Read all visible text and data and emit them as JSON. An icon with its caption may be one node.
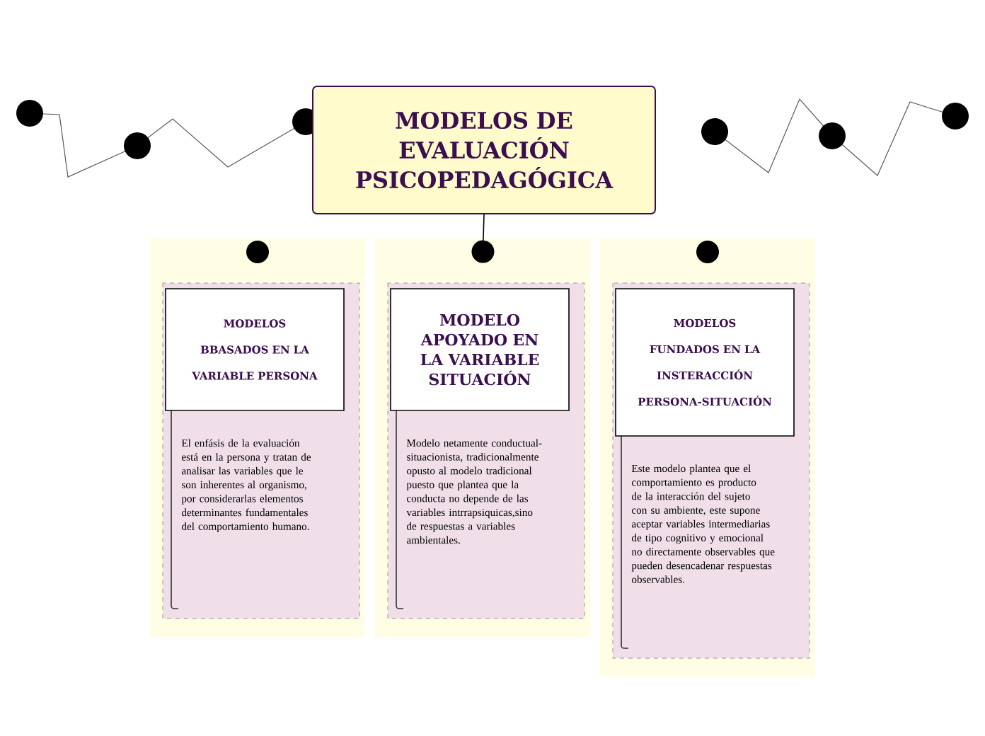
{
  "diagram": {
    "title": "MODELOS DE EVALUACIÓN PSICOPEDAGÓGICA",
    "nodes": [
      {
        "text": [
          "El enfásis de la evaluación está en la persona y tratan de analisar las variables que le son inherentes al organismo, por considerarlas elementos determinantes fundamentales del comportamiento humano."
        ]
      },
      {
        "text": [
          "MODELOS BBASADOS EN LA VARIABLE PERSONA"
        ],
        "in": 0
      },
      {
        "text": [
          "Modelo netamente conductual-situacionista, tradicionalmente opusto al modelo tradicional puesto que plantea que la conducta no depende de las variables intrrapsiquicas,sino de respuestas a variables ambientales."
        ]
      },
      {
        "text": [
          "MODELO APOYADO EN LA VARIABLE SITUACIÓN"
        ],
        "in": 2
      },
      {
        "text": [
          "Este modelo plantea que el comportamiento es producto de la interacción del sujeto con su ambiente, este supone aceptar variables intermediarias de tipo cognitivo y emocional no directamente observables que pueden desencadenar respuestas observables."
        ]
      },
      {
        "text": [
          "MODELOS FUNDADOS EN LA INSTERACCIÓN PERSONA-SITUACIÓN"
        ],
        "in": 4
      }
    ],
    "edges": [
      {
        "from": null,
        "to": 2,
        "arrow": "other"
      }
    ]
  }
}
